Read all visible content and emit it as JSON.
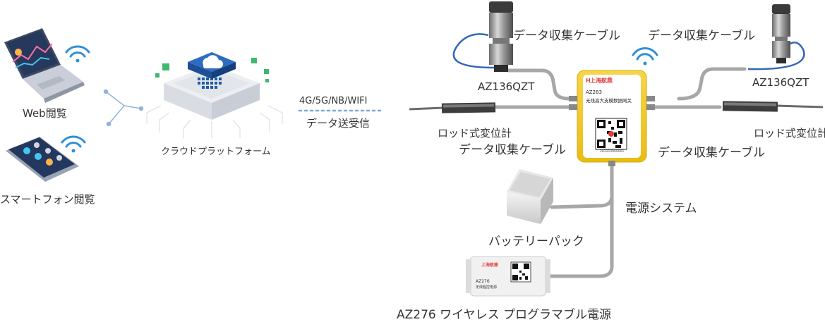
{
  "left": {
    "web_label": "Web閲覧",
    "phone_label": "スマートフォン閲覧"
  },
  "cloud": {
    "label": "クラウドプラットフォーム"
  },
  "network": {
    "protocol_label": "4G/5G/NB/WIFI",
    "tx_label": "データ送受信"
  },
  "gateway": {
    "brand": "上海航鼎",
    "model": "AZ283",
    "subtitle": "无线高大支模数据网关",
    "serial": "283210900001"
  },
  "sensors": {
    "left_model": "AZ136QZT",
    "right_model": "AZ136QZT",
    "left_cable": "データ収集ケーブル",
    "right_cable": "データ収集ケーブル",
    "left_rod": "ロッド式変位計",
    "right_rod": "ロッド式変位計",
    "left_rod_cable": "データ収集ケーブル",
    "right_rod_cable": "データ収集ケーブル"
  },
  "power": {
    "system_label": "電源システム",
    "battery_label": "バッテリーパック",
    "device_brand": "上海航鼎",
    "device_model": "AZ276",
    "device_sub": "无线程控电源",
    "device_label": "AZ276 ワイヤレス プログラマブル電源"
  },
  "colors": {
    "cloud_blue": "#1e5aa8",
    "green": "#3dba6b",
    "wifi_blue": "#2f8fd8",
    "gateway_yellow": "#f2cc2a",
    "cable_gray": "#a7a7a7",
    "cable_blue": "#3566b5",
    "dot_blue": "#7aa6d8"
  }
}
